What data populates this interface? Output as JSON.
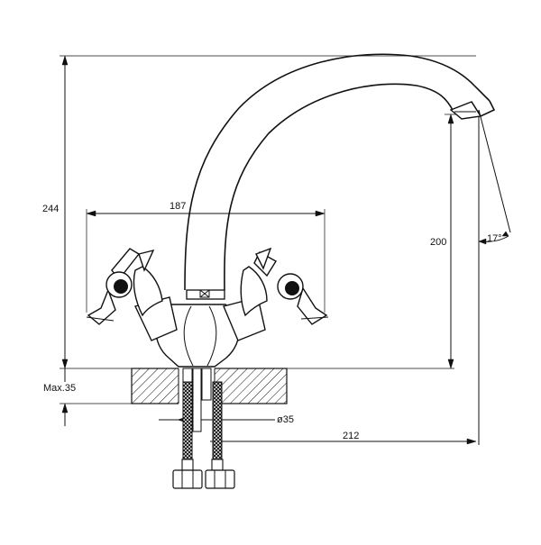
{
  "dimensions": {
    "total_height": "244",
    "handle_span": "187",
    "spout_height": "200",
    "spout_angle": "17°",
    "max_thickness": "Max.35",
    "hole_diameter": "ø35",
    "spout_reach": "212"
  }
}
